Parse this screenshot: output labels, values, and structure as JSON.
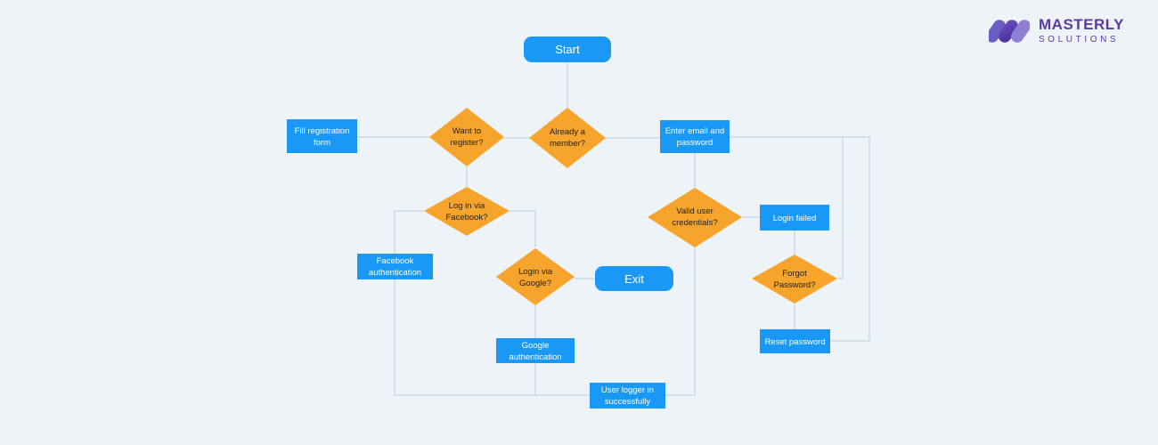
{
  "brand": {
    "name": "MASTERLY",
    "tagline": "SOLUTIONS"
  },
  "colors": {
    "background": "#eef3f8",
    "process": "#1a98f5",
    "decision": "#f6a42b",
    "connector": "#c9d2dc",
    "brand": "#5a3aa8"
  },
  "nodes": {
    "start": "Start",
    "fill_registration": [
      "Fill registration",
      "form"
    ],
    "want_register": [
      "Want to",
      "register?"
    ],
    "already_member": [
      "Already a",
      "member?"
    ],
    "enter_email": [
      "Enter email and",
      "password"
    ],
    "login_facebook": [
      "Log in via",
      "Facebook?"
    ],
    "valid_credentials": [
      "Valid user",
      "credentials?"
    ],
    "login_failed": "Login failed",
    "facebook_auth": [
      "Facebook",
      "authentication"
    ],
    "login_google": [
      "Login via",
      "Google?"
    ],
    "exit": "Exit",
    "forgot_password": [
      "Forgot",
      "Password?"
    ],
    "google_auth": [
      "Google",
      "authentication"
    ],
    "reset_password": "Reset password",
    "user_logged": [
      "User logger in",
      "successfully"
    ]
  }
}
